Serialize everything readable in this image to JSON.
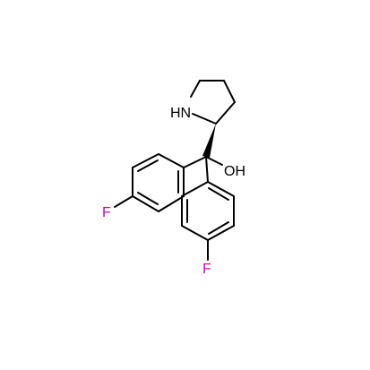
{
  "molecule": {
    "atoms": {
      "nh": "HN",
      "oh": "OH",
      "f1": "F",
      "f2": "F"
    },
    "colors": {
      "bond": "#000000",
      "text": "#000000",
      "fluorine": "#cc00cc"
    }
  }
}
